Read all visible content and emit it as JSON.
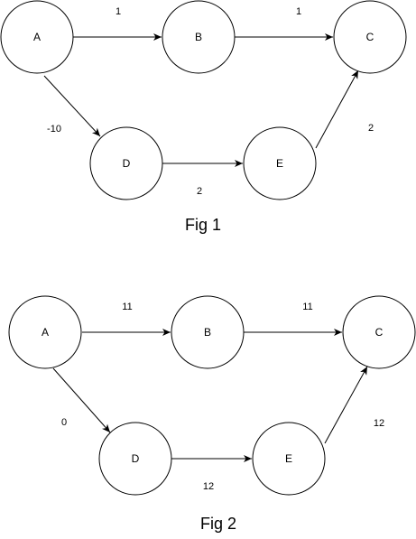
{
  "colors": {
    "stroke": "#000000",
    "fill": "#ffffff",
    "text": "#000000"
  },
  "figures": [
    {
      "caption": "Fig 1",
      "nodes": [
        {
          "id": "A",
          "label": "A"
        },
        {
          "id": "B",
          "label": "B"
        },
        {
          "id": "C",
          "label": "C"
        },
        {
          "id": "D",
          "label": "D"
        },
        {
          "id": "E",
          "label": "E"
        }
      ],
      "edges": [
        {
          "from": "A",
          "to": "B",
          "weight": "1"
        },
        {
          "from": "B",
          "to": "C",
          "weight": "1"
        },
        {
          "from": "A",
          "to": "D",
          "weight": "-10"
        },
        {
          "from": "D",
          "to": "E",
          "weight": "2"
        },
        {
          "from": "E",
          "to": "C",
          "weight": "2"
        }
      ]
    },
    {
      "caption": "Fig 2",
      "nodes": [
        {
          "id": "A",
          "label": "A"
        },
        {
          "id": "B",
          "label": "B"
        },
        {
          "id": "C",
          "label": "C"
        },
        {
          "id": "D",
          "label": "D"
        },
        {
          "id": "E",
          "label": "E"
        }
      ],
      "edges": [
        {
          "from": "A",
          "to": "B",
          "weight": "11"
        },
        {
          "from": "B",
          "to": "C",
          "weight": "11"
        },
        {
          "from": "A",
          "to": "D",
          "weight": "0"
        },
        {
          "from": "D",
          "to": "E",
          "weight": "12"
        },
        {
          "from": "E",
          "to": "C",
          "weight": "12"
        }
      ]
    }
  ]
}
